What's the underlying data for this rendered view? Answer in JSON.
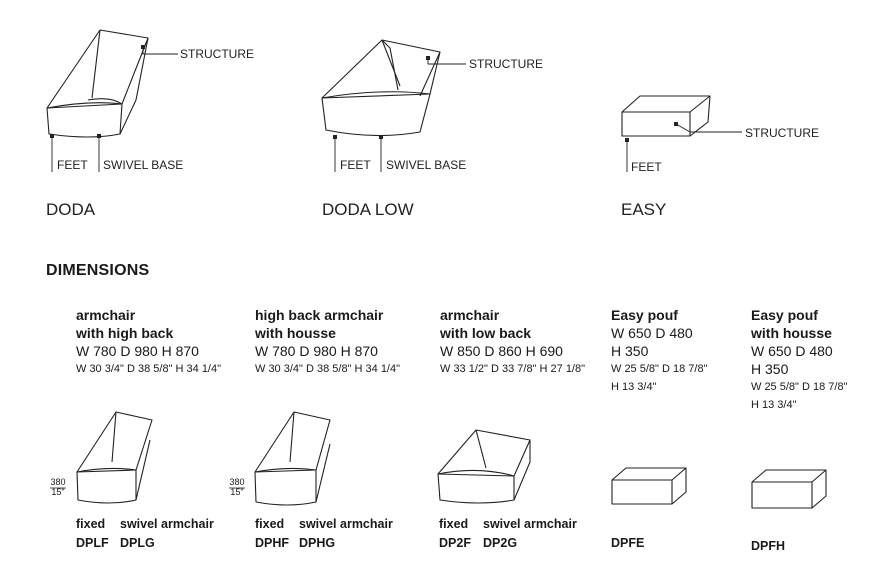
{
  "top_products": [
    {
      "name": "DODA",
      "callouts": [
        "STRUCTURE",
        "FEET",
        "SWIVEL BASE"
      ]
    },
    {
      "name": "DODA LOW",
      "callouts": [
        "STRUCTURE",
        "FEET",
        "SWIVEL BASE"
      ]
    },
    {
      "name": "EASY",
      "callouts": [
        "STRUCTURE",
        "FEET"
      ]
    }
  ],
  "section_title": "DIMENSIONS",
  "products": [
    {
      "name_line1": "armchair",
      "name_line2": "with high back",
      "dim_mm": "W 780 D 980 H 870",
      "dim_in": "W 30 3/4\" D 38 5/8\" H 34 1/4\"",
      "seat_mm": "380",
      "seat_in": "15\"",
      "variant1_label": "fixed",
      "variant2_label": "swivel armchair",
      "variant1_code": "DPLF",
      "variant2_code": "DPLG"
    },
    {
      "name_line1": "high back armchair",
      "name_line2": "with housse",
      "dim_mm": "W 780 D 980 H 870",
      "dim_in": "W 30 3/4\" D 38 5/8\" H 34 1/4\"",
      "seat_mm": "380",
      "seat_in": "15\"",
      "variant1_label": "fixed",
      "variant2_label": "swivel armchair",
      "variant1_code": "DPHF",
      "variant2_code": "DPHG"
    },
    {
      "name_line1": "armchair",
      "name_line2": "with low back",
      "dim_mm": "W 850 D 860 H 690",
      "dim_in": "W 33 1/2\" D 33 7/8\" H 27 1/8\"",
      "variant1_label": "fixed",
      "variant2_label": "swivel armchair",
      "variant1_code": "DP2F",
      "variant2_code": "DP2G"
    },
    {
      "name_line1": "Easy pouf",
      "dim_mm_1": "W 650 D 480",
      "dim_mm_2": "H 350",
      "dim_in_1": "W 25 5/8\" D 18 7/8\"",
      "dim_in_2": "H 13 3/4\"",
      "code": "DPFE"
    },
    {
      "name_line1": "Easy pouf",
      "name_line2": "with housse",
      "dim_mm_1": "W 650 D 480",
      "dim_mm_2": "H 350",
      "dim_in_1": "W 25 5/8\" D 18 7/8\"",
      "dim_in_2": "H 13 3/4\"",
      "code": "DPFH"
    }
  ]
}
